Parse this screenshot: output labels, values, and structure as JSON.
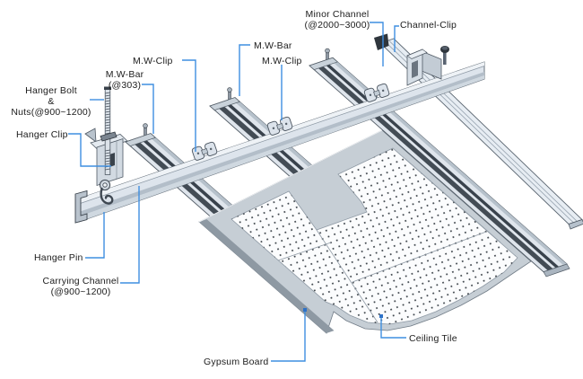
{
  "diagram": {
    "labels": {
      "minor_channel": {
        "lines": [
          "Minor Channel",
          "(@2000~3000)"
        ]
      },
      "channel_clip": {
        "text": "Channel-Clip"
      },
      "mw_bar_mid": {
        "text": "M.W-Bar"
      },
      "mw_clip_mid": {
        "text": "M.W-Clip"
      },
      "mw_clip_left": {
        "text": "M.W-Clip"
      },
      "mw_bar_303": {
        "lines": [
          "M.W-Bar",
          "(@303)"
        ]
      },
      "hanger_bolt": {
        "lines": [
          "Hanger Bolt",
          "&",
          "Nuts(@900~1200)"
        ]
      },
      "hanger_clip": {
        "text": "Hanger Clip"
      },
      "hanger_pin": {
        "text": "Hanger Pin"
      },
      "carrying_channel": {
        "lines": [
          "Carrying Channel",
          "(@900~1200)"
        ]
      },
      "gypsum_board": {
        "text": "Gypsum Board"
      },
      "ceiling_tile": {
        "text": "Ceiling Tile"
      }
    },
    "colors": {
      "leader_line": "#3f8fe0",
      "metal_light": "#e3e9f0",
      "metal_shade": "#b3bec9",
      "bar_stripe": "#39424c",
      "board_gray": "#c6ced5",
      "tile_white": "#fbfcfd",
      "tile_dot": "#343b42",
      "outline": "#4f5964",
      "text": "#1c1c1c",
      "background": "#ffffff"
    }
  }
}
